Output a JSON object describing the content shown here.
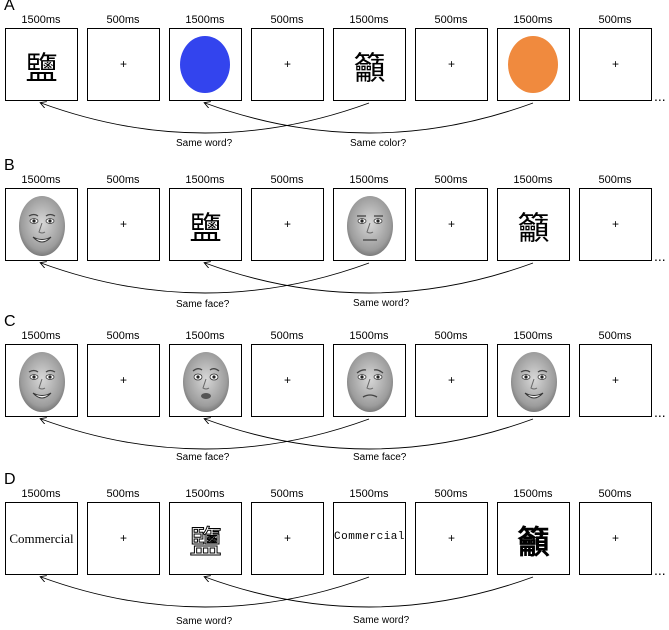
{
  "colors": {
    "blue": "#3344ee",
    "orange": "#f08a3e"
  },
  "ellipsis": "...",
  "panels": [
    {
      "label": "A",
      "timings": [
        "1500ms",
        "500ms",
        "1500ms",
        "500ms",
        "1500ms",
        "500ms",
        "1500ms",
        "500ms"
      ],
      "stimuli": [
        {
          "kind": "hanzi",
          "text": "鹽"
        },
        {
          "kind": "fixation",
          "text": "+"
        },
        {
          "kind": "color",
          "color": "blue"
        },
        {
          "kind": "fixation",
          "text": "+"
        },
        {
          "kind": "hanzi",
          "text": "籲"
        },
        {
          "kind": "fixation",
          "text": "+"
        },
        {
          "kind": "color",
          "color": "orange"
        },
        {
          "kind": "fixation",
          "text": "+"
        }
      ],
      "questions": [
        "Same word?",
        "Same color?"
      ]
    },
    {
      "label": "B",
      "timings": [
        "1500ms",
        "500ms",
        "1500ms",
        "500ms",
        "1500ms",
        "500ms",
        "1500ms",
        "500ms"
      ],
      "stimuli": [
        {
          "kind": "face",
          "expr": "smile"
        },
        {
          "kind": "fixation",
          "text": "+"
        },
        {
          "kind": "hanzi",
          "text": "鹽"
        },
        {
          "kind": "fixation",
          "text": "+"
        },
        {
          "kind": "face",
          "expr": "neutral"
        },
        {
          "kind": "fixation",
          "text": "+"
        },
        {
          "kind": "hanzi",
          "text": "籲"
        },
        {
          "kind": "fixation",
          "text": "+"
        }
      ],
      "questions": [
        "Same face?",
        "Same word?"
      ]
    },
    {
      "label": "C",
      "timings": [
        "1500ms",
        "500ms",
        "1500ms",
        "500ms",
        "1500ms",
        "500ms",
        "1500ms",
        "500ms"
      ],
      "stimuli": [
        {
          "kind": "face",
          "expr": "smile"
        },
        {
          "kind": "fixation",
          "text": "+"
        },
        {
          "kind": "face",
          "expr": "fear"
        },
        {
          "kind": "fixation",
          "text": "+"
        },
        {
          "kind": "face",
          "expr": "sad"
        },
        {
          "kind": "fixation",
          "text": "+"
        },
        {
          "kind": "face",
          "expr": "grin"
        },
        {
          "kind": "fixation",
          "text": "+"
        }
      ],
      "questions": [
        "Same face?",
        "Same face?"
      ]
    },
    {
      "label": "D",
      "timings": [
        "1500ms",
        "500ms",
        "1500ms",
        "500ms",
        "1500ms",
        "500ms",
        "1500ms",
        "500ms"
      ],
      "stimuli": [
        {
          "kind": "word",
          "text": "Commercial",
          "style": "serif"
        },
        {
          "kind": "fixation",
          "text": "+"
        },
        {
          "kind": "hanzi",
          "text": "鹽",
          "style": "outline"
        },
        {
          "kind": "fixation",
          "text": "+"
        },
        {
          "kind": "word",
          "text": "Commercial",
          "style": "mono"
        },
        {
          "kind": "fixation",
          "text": "+"
        },
        {
          "kind": "hanzi",
          "text": "籲",
          "style": "bold"
        },
        {
          "kind": "fixation",
          "text": "+"
        }
      ],
      "questions": [
        "Same word?",
        "Same word?"
      ]
    }
  ]
}
